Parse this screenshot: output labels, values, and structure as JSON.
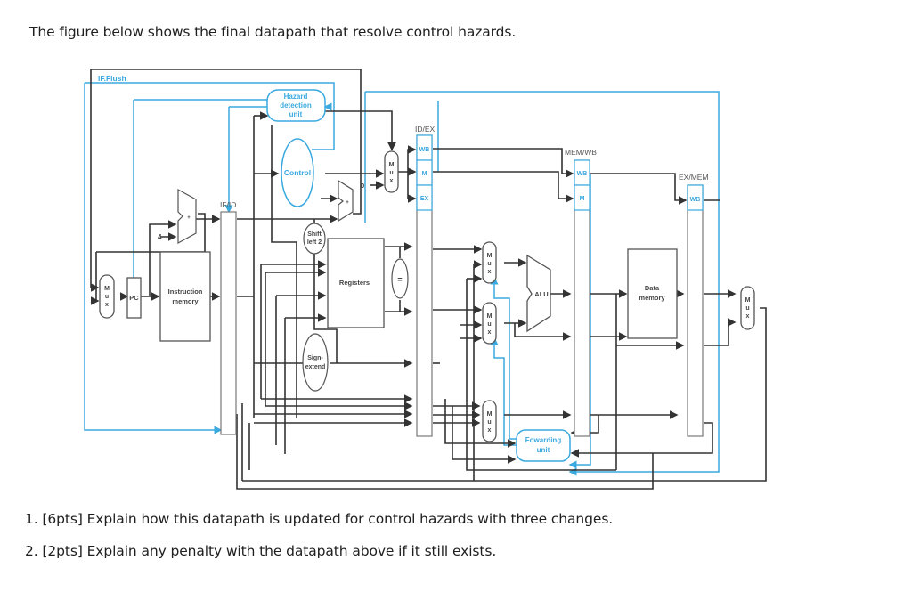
{
  "intro_text": "The figure below shows the final datapath that resolve control hazards.",
  "diagram": {
    "signals": {
      "if_flush": "IF.Flush",
      "zero": "0",
      "four": "4"
    },
    "units": {
      "hazard_detection": [
        "Hazard",
        "detection",
        "unit"
      ],
      "control": "Control",
      "shift_left_2": [
        "Shift",
        "left 2"
      ],
      "registers": "Registers",
      "equal": "=",
      "sign_extend": [
        "Sign-",
        "extend"
      ],
      "pc": "PC",
      "instruction_memory": [
        "Instruction",
        "memory"
      ],
      "alu": "ALU",
      "data_memory": [
        "Data",
        "memory"
      ],
      "forwarding_unit": [
        "Fowarding",
        "unit"
      ],
      "adder_symbol": "+"
    },
    "mux_label": [
      "M",
      "u",
      "x"
    ],
    "pipeline_registers": {
      "if_id": "IF/ID",
      "id_ex": "ID/EX",
      "ex_mem": "EX/MEM",
      "mem_wb": "MEM/WB"
    },
    "control_fields": {
      "wb": "WB",
      "m": "M",
      "ex": "EX"
    },
    "colors": {
      "control_path": "#3aa9e0",
      "data_path": "#333333",
      "box_stroke": "#555555"
    }
  },
  "questions": [
    "1. [6pts] Explain how this datapath is updated for control hazards with three changes.",
    "2. [2pts] Explain any penalty with the datapath above if it still exists."
  ]
}
